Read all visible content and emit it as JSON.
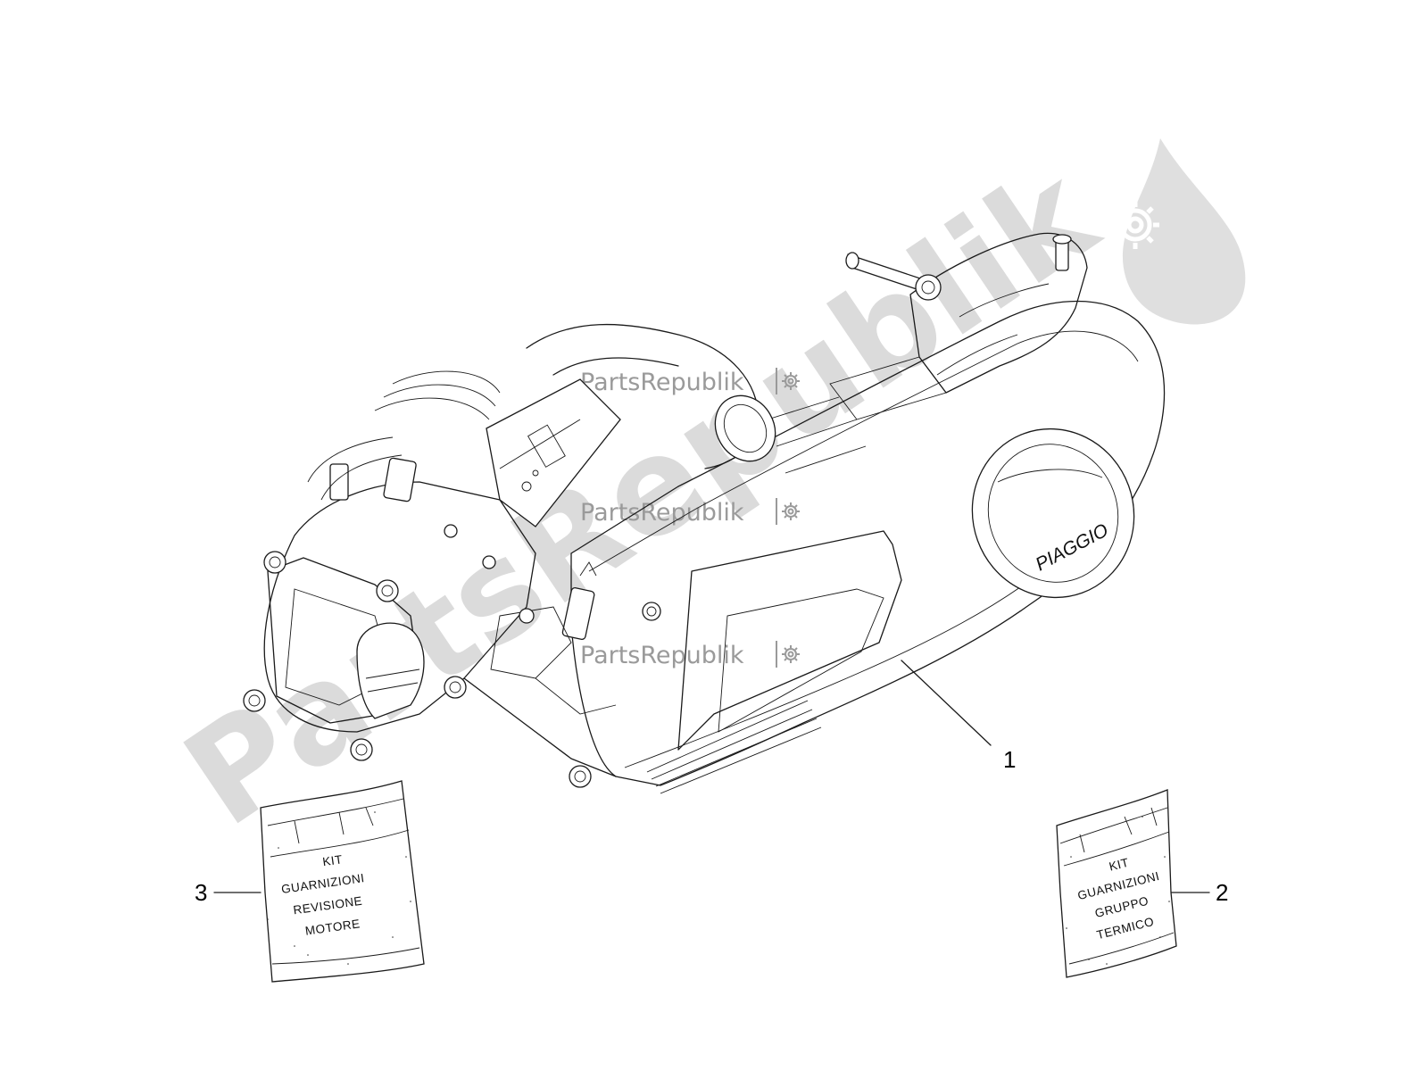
{
  "brand_logo": "PIAGGIO",
  "watermark": {
    "label": "PartsRepublik",
    "big_text": "PartsRepublik",
    "logo_icon": "gear-icon"
  },
  "callouts": [
    {
      "number": "1"
    },
    {
      "number": "2"
    },
    {
      "number": "3"
    }
  ],
  "kits": {
    "gasket_kit_engine_overhaul": [
      "KIT",
      "GUARNIZIONI",
      "REVISIONE",
      "MOTORE"
    ],
    "gasket_kit_thermal_group": [
      "KIT",
      "GUARNIZIONI",
      "GRUPPO",
      "TERMICO"
    ]
  }
}
